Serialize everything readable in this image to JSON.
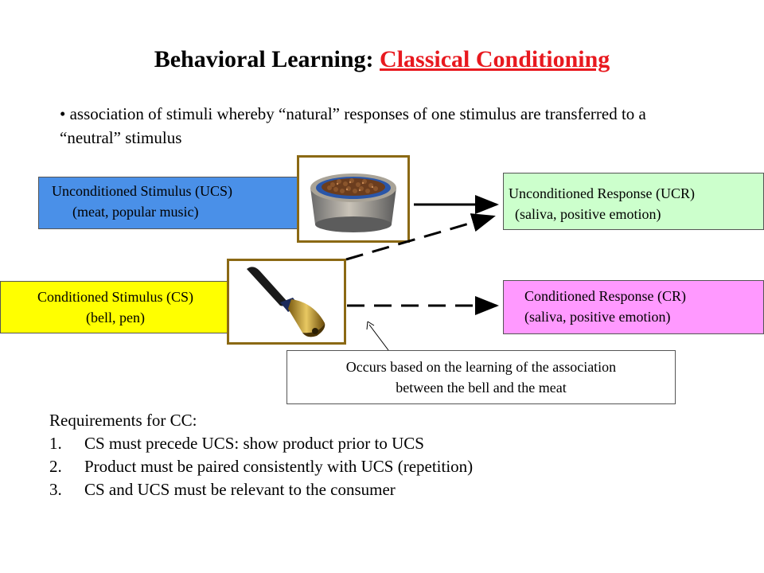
{
  "title": {
    "prefix": "Behavioral Learning: ",
    "accent": "Classical Conditioning"
  },
  "bullet": "• association of stimuli whereby “natural” responses of one stimulus are transferred to a “neutral” stimulus",
  "ucs": {
    "line1": "Unconditioned Stimulus (UCS)",
    "line2": "(meat, popular music)"
  },
  "cs": {
    "line1": "Conditioned Stimulus (CS)",
    "line2": "(bell, pen)"
  },
  "ucr": {
    "line1": "Unconditioned Response (UCR)",
    "line2": "(saliva, positive emotion)"
  },
  "cr": {
    "line1": "Conditioned Response (CR)",
    "line2": "(saliva, positive emotion)"
  },
  "note": {
    "line1": "Occurs based on the learning of the association",
    "line2": "between the bell and the meat"
  },
  "requirements": {
    "heading": "Requirements for CC:",
    "items": [
      {
        "num": "1.",
        "text": "CS must precede UCS:  show product prior to UCS"
      },
      {
        "num": "2.",
        "text": "Product must be paired consistently with UCS (repetition)"
      },
      {
        "num": "3.",
        "text": "CS and UCS must be relevant to the consumer"
      }
    ]
  },
  "colors": {
    "ucs": "#4a90e8",
    "cs": "#ffff00",
    "ucr": "#ccffcc",
    "cr": "#ff99ff",
    "accent": "#e8191f",
    "frame": "#8b6914"
  },
  "icons": {
    "bowl": "food-bowl-icon",
    "bell": "hand-bell-icon"
  }
}
